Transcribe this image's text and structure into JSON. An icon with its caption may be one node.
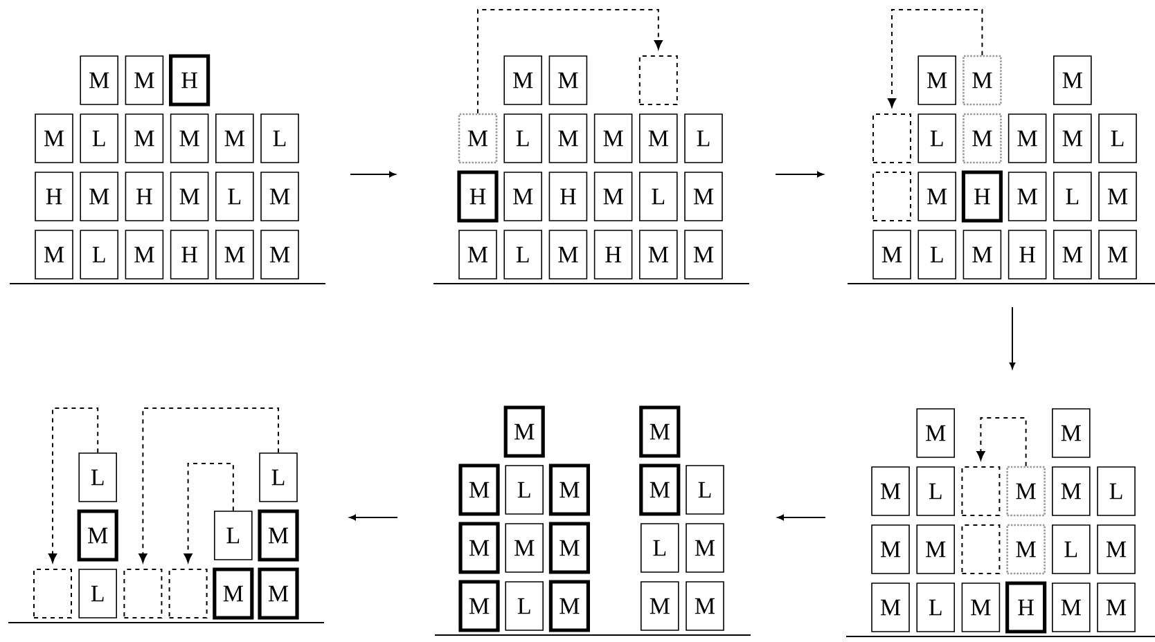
{
  "diagram": {
    "nodes": [
      {
        "text": [
          "M"
        ]
      },
      {
        "text": [
          "M"
        ]
      },
      {
        "text": [
          "H"
        ]
      },
      {
        "text": [
          "M"
        ]
      },
      {
        "text": [
          "L"
        ]
      },
      {
        "text": [
          "M"
        ]
      },
      {
        "text": [
          "M"
        ]
      },
      {
        "text": [
          "M"
        ]
      },
      {
        "text": [
          "L"
        ]
      },
      {
        "text": [
          "H"
        ]
      },
      {
        "text": [
          "M"
        ]
      },
      {
        "text": [
          "H"
        ]
      },
      {
        "text": [
          "M"
        ]
      },
      {
        "text": [
          "L"
        ]
      },
      {
        "text": [
          "M"
        ]
      },
      {
        "text": [
          "M"
        ]
      },
      {
        "text": [
          "L"
        ]
      },
      {
        "text": [
          "M"
        ]
      },
      {
        "text": [
          "H"
        ]
      },
      {
        "text": [
          "M"
        ]
      },
      {
        "text": [
          "M"
        ]
      },
      {
        "text": [
          "M"
        ]
      },
      {
        "text": [
          "M"
        ]
      },
      {
        "text": [],
        "shape": "box"
      },
      {
        "text": [
          "M"
        ]
      },
      {
        "text": [
          "L"
        ]
      },
      {
        "text": [
          "M"
        ]
      },
      {
        "text": [
          "M"
        ]
      },
      {
        "text": [
          "M"
        ]
      },
      {
        "text": [
          "L"
        ]
      },
      {
        "text": [
          "H"
        ]
      },
      {
        "text": [
          "M"
        ]
      },
      {
        "text": [
          "H"
        ]
      },
      {
        "text": [
          "M"
        ]
      },
      {
        "text": [
          "L"
        ]
      },
      {
        "text": [
          "M"
        ]
      },
      {
        "text": [
          "M"
        ]
      },
      {
        "text": [
          "L"
        ]
      },
      {
        "text": [
          "M"
        ]
      },
      {
        "text": [
          "H"
        ]
      },
      {
        "text": [
          "M"
        ]
      },
      {
        "text": [
          "M"
        ]
      },
      {
        "text": [
          "M"
        ]
      },
      {
        "text": [
          "M"
        ]
      },
      {
        "text": [
          "M"
        ]
      },
      {
        "text": [],
        "shape": "box"
      },
      {
        "text": [
          "L"
        ]
      },
      {
        "text": [
          "M"
        ]
      },
      {
        "text": [
          "M"
        ]
      },
      {
        "text": [
          "M"
        ]
      },
      {
        "text": [
          "L"
        ]
      },
      {
        "text": [],
        "shape": "box"
      },
      {
        "text": [
          "M"
        ]
      },
      {
        "text": [
          "H"
        ]
      },
      {
        "text": [
          "M"
        ]
      },
      {
        "text": [
          "L"
        ]
      },
      {
        "text": [
          "M"
        ]
      },
      {
        "text": [
          "M"
        ]
      },
      {
        "text": [
          "L"
        ]
      },
      {
        "text": [
          "M"
        ]
      },
      {
        "text": [
          "H"
        ]
      },
      {
        "text": [
          "M"
        ]
      },
      {
        "text": [
          "M"
        ]
      },
      {
        "text": [
          "L"
        ]
      },
      {
        "text": [
          "L"
        ]
      },
      {
        "text": [
          "M"
        ]
      },
      {
        "text": [
          "L"
        ]
      },
      {
        "text": [
          "M"
        ]
      },
      {
        "text": [],
        "shape": "box"
      },
      {
        "text": [
          "L"
        ]
      },
      {
        "text": [],
        "shape": "box"
      },
      {
        "text": [],
        "shape": "box"
      },
      {
        "text": [
          "M"
        ]
      },
      {
        "text": [
          "M"
        ]
      },
      {
        "text": [
          "M"
        ]
      },
      {
        "text": [
          "M"
        ]
      },
      {
        "text": [
          "M"
        ]
      },
      {
        "text": [
          "L"
        ]
      },
      {
        "text": [
          "M"
        ]
      },
      {
        "text": [
          "M"
        ]
      },
      {
        "text": [
          "L"
        ]
      },
      {
        "text": [
          "M"
        ]
      },
      {
        "text": [
          "M"
        ]
      },
      {
        "text": [
          "M"
        ]
      },
      {
        "text": [
          "L"
        ]
      },
      {
        "text": [
          "M"
        ]
      },
      {
        "text": [
          "M"
        ]
      },
      {
        "text": [
          "L"
        ]
      },
      {
        "text": [
          "M"
        ]
      },
      {
        "text": [
          "M"
        ]
      },
      {
        "text": [
          "M"
        ]
      },
      {
        "text": [
          "M"
        ]
      },
      {
        "text": [
          "M"
        ]
      },
      {
        "text": [
          "M"
        ]
      },
      {
        "text": [
          "L"
        ]
      },
      {
        "text": [],
        "shape": "box"
      },
      {
        "text": [
          "M"
        ]
      },
      {
        "text": [
          "M"
        ]
      },
      {
        "text": [
          "L"
        ]
      },
      {
        "text": [
          "M"
        ]
      },
      {
        "text": [
          "M"
        ]
      },
      {
        "text": [],
        "shape": "box"
      },
      {
        "text": [
          "M"
        ]
      },
      {
        "text": [
          "L"
        ]
      },
      {
        "text": [
          "M"
        ]
      },
      {
        "text": [
          "M"
        ]
      },
      {
        "text": [
          "L"
        ]
      },
      {
        "text": [
          "M"
        ]
      },
      {
        "text": [
          "H"
        ]
      },
      {
        "text": [
          "M"
        ]
      },
      {
        "text": [
          "M"
        ]
      }
    ],
    "edges": [
      {
        "from": 24,
        "to": 23,
        "arrow": "to",
        "style": "dashed"
      },
      {
        "from": 43,
        "to": 45,
        "arrow": "to",
        "style": "dashed"
      },
      {
        "from": 63,
        "to": 68,
        "arrow": "to",
        "style": "dashed"
      },
      {
        "from": 64,
        "to": 70,
        "arrow": "to",
        "style": "dashed"
      },
      {
        "from": 66,
        "to": 71,
        "arrow": "to",
        "style": "dashed"
      },
      {
        "from": 96,
        "to": 95,
        "arrow": "to",
        "style": "dashed"
      }
    ]
  }
}
